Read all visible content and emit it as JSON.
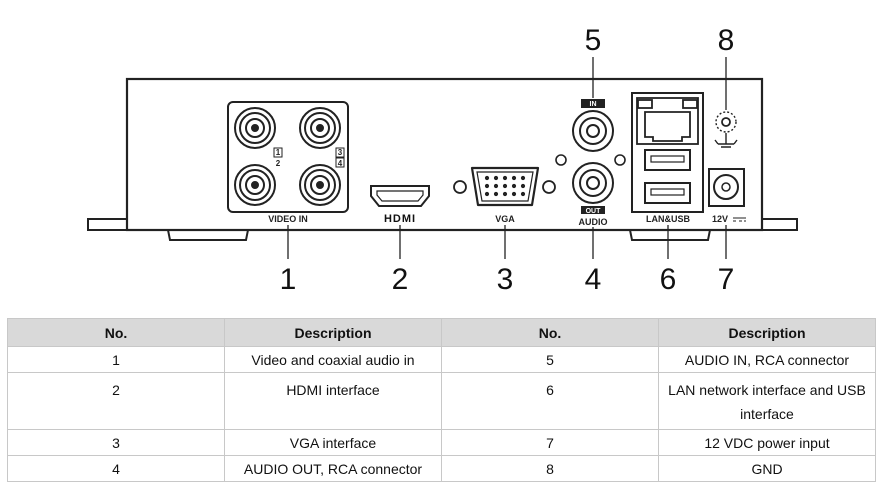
{
  "callouts": [
    "1",
    "2",
    "3",
    "4",
    "5",
    "6",
    "7",
    "8"
  ],
  "panel_labels": {
    "video_in": "VIDEO IN",
    "hdmi": "HDMI",
    "vga": "VGA",
    "audio": "AUDIO",
    "audio_in": "IN",
    "audio_out": "OUT",
    "lan_usb": "LAN&USB",
    "power": "12V",
    "bnc_numbers": [
      "1",
      "2",
      "3",
      "4"
    ]
  },
  "table": {
    "headers": [
      "No.",
      "Description",
      "No.",
      "Description"
    ],
    "rows": [
      [
        "1",
        "Video and coaxial audio in",
        "5",
        "AUDIO IN, RCA connector"
      ],
      [
        "2",
        "HDMI interface",
        "6",
        "LAN network interface and USB interface"
      ],
      [
        "3",
        "VGA interface",
        "7",
        "12 VDC power input"
      ],
      [
        "4",
        "AUDIO OUT, RCA connector",
        "8",
        "GND"
      ]
    ]
  }
}
